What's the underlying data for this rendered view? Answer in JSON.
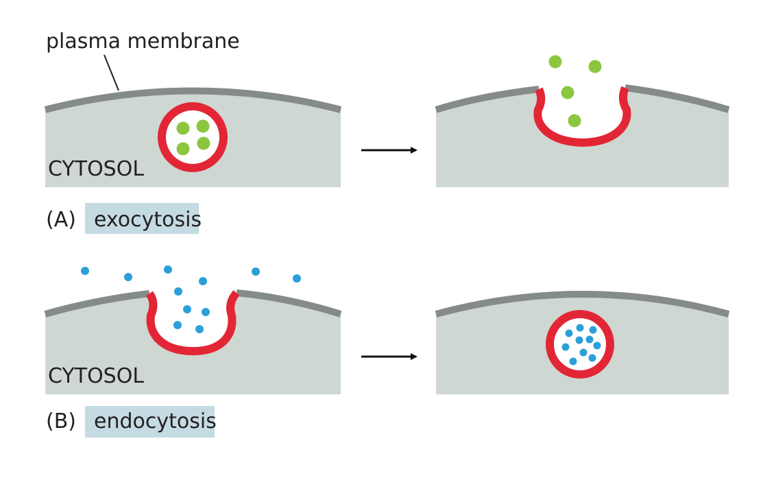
{
  "labels": {
    "membrane": "plasma membrane",
    "cytosol_a": "CYTOSOL",
    "cytosol_b": "CYTOSOL",
    "panel_a_letter": "(A)",
    "panel_a_name": "exocytosis",
    "panel_b_letter": "(B)",
    "panel_b_name": "endocytosis"
  },
  "colors": {
    "cytosol": "#cfd7d3",
    "membrane": "#858b89",
    "vesicle": "#e32636",
    "cargo_exo": "#8cc63f",
    "cargo_endo": "#2b9fd9",
    "tag": "#c5dbe3",
    "arrow": "#111111"
  }
}
